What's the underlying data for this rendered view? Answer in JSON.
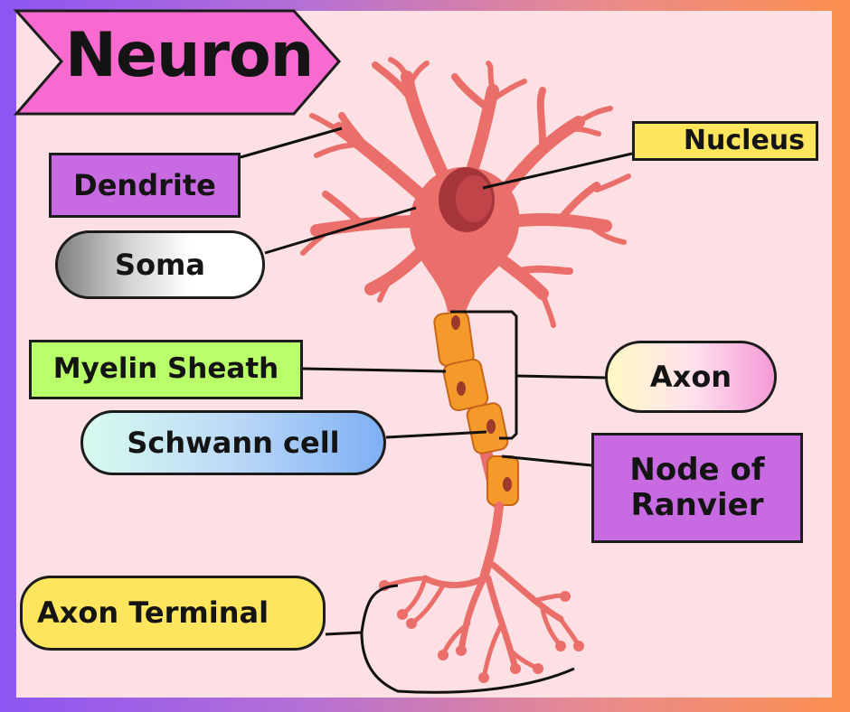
{
  "title": "Neuron",
  "labels": {
    "nucleus": "Nucleus",
    "dendrite": "Dendrite",
    "soma": "Soma",
    "myelin_sheath": "Myelin Sheath",
    "axon": "Axon",
    "schwann_cell": "Schwann cell",
    "node_of_ranvier_line1": "Node of",
    "node_of_ranvier_line2": "Ranvier",
    "axon_terminal": "Axon Terminal"
  },
  "colors": {
    "title_banner": "#f76bd1",
    "neuron_body": "#ea6e6a",
    "nucleus": "#a6353a",
    "myelin_segment": "#f39a2b",
    "label_yellow": "#fde55e",
    "label_purple": "#c86be2",
    "label_green": "#b9ff6a",
    "background": "#fde0e3"
  }
}
